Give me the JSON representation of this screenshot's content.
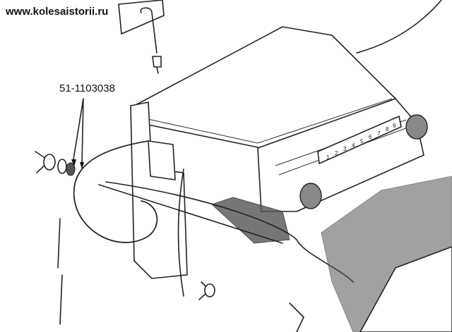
{
  "watermark": "www.kolesaistorii.ru",
  "callout": {
    "part_number": "51-1103038"
  },
  "dial_numbers": [
    "1",
    "2",
    "3",
    "4",
    "5",
    "6",
    "7",
    "8",
    "9"
  ]
}
